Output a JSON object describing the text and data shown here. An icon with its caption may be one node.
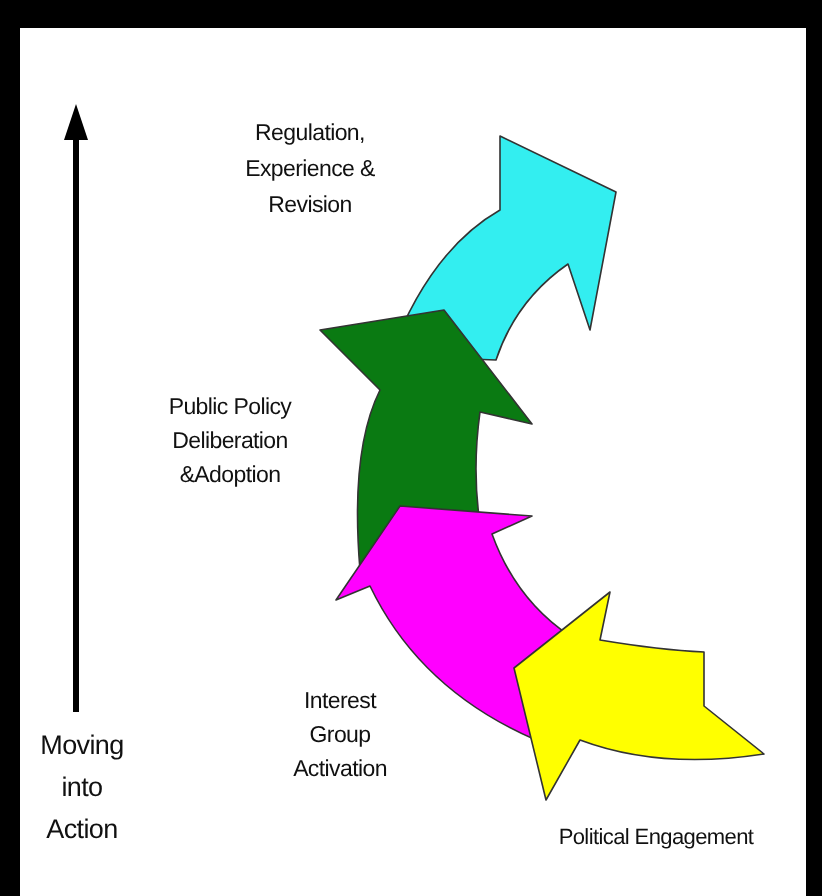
{
  "diagram": {
    "labels": [
      "Regulation, Experience & Revision",
      "Public Policy Deliberation &Adoption",
      "Interest Group Activation",
      "Moving into Action",
      "Political Engagement"
    ]
  }
}
